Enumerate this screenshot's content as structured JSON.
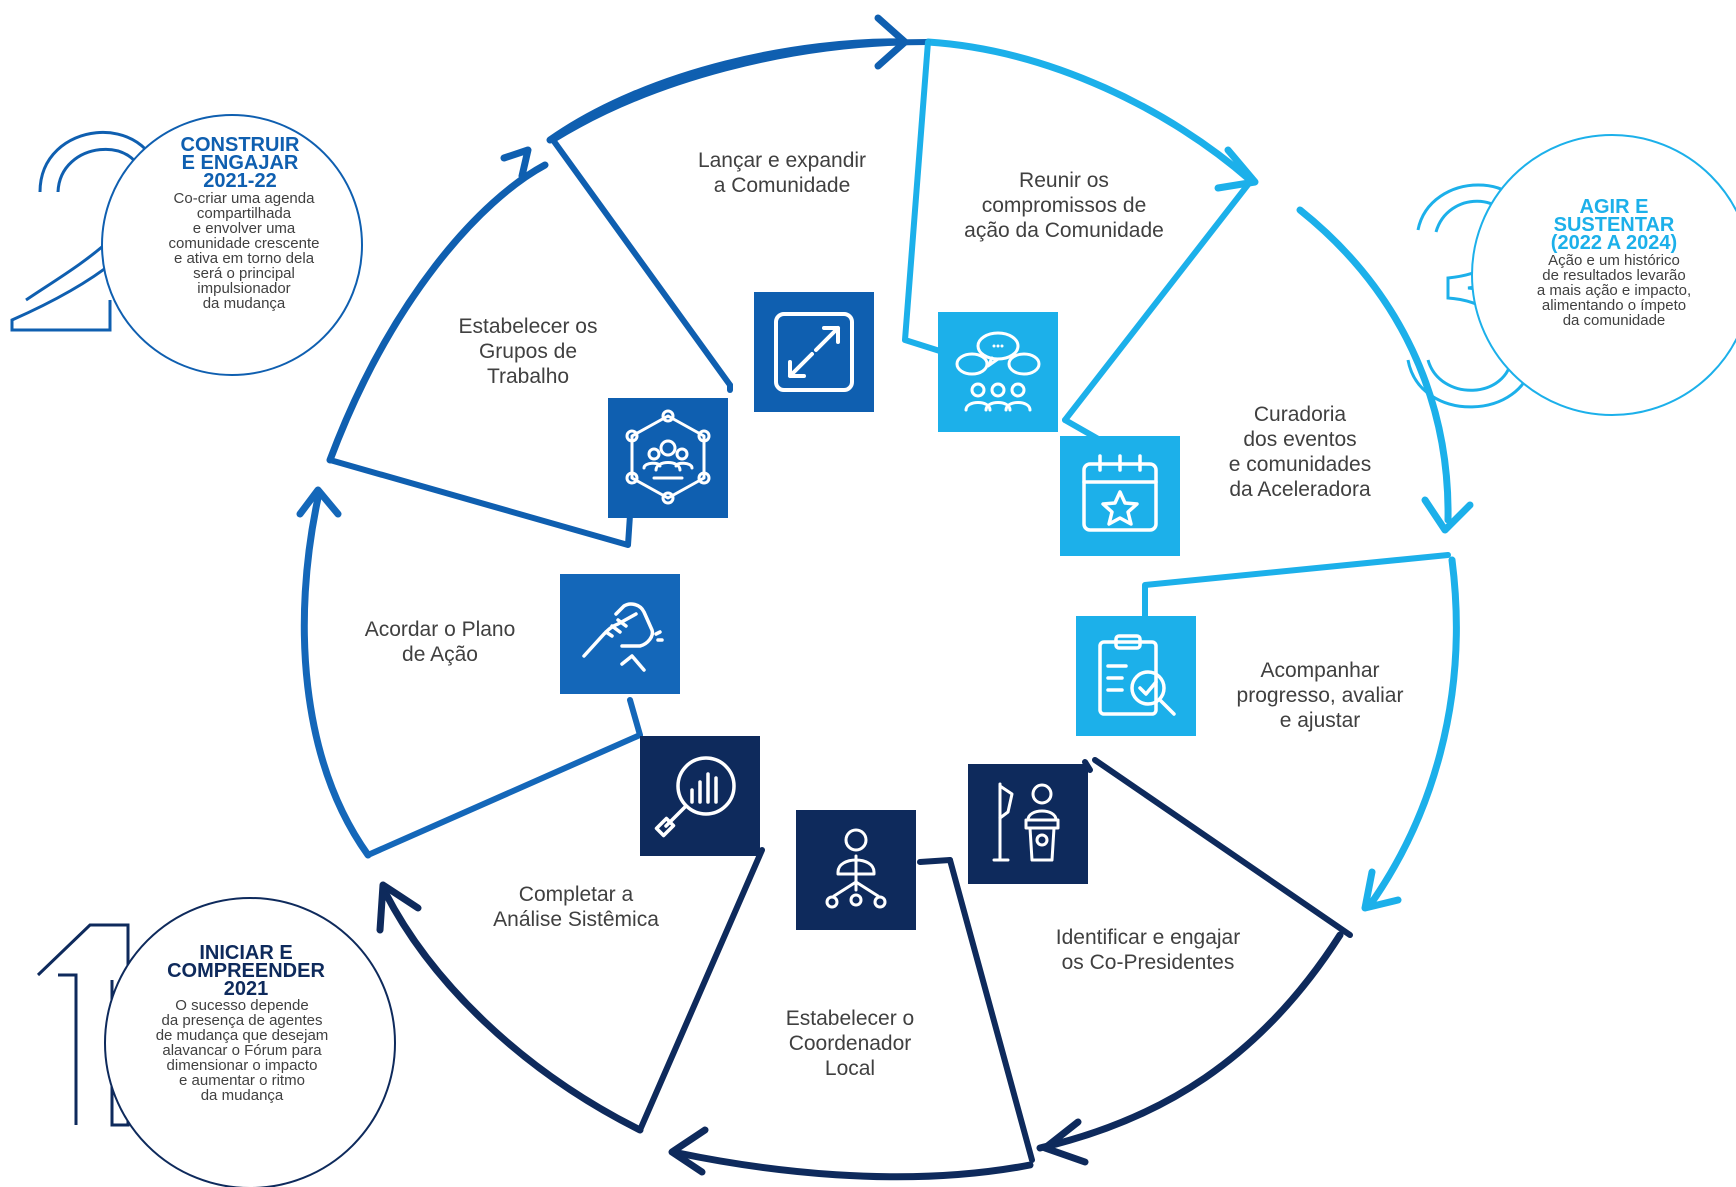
{
  "colors": {
    "dark": "#0e2a5c",
    "mid": "#0f5fb0",
    "light": "#1cb0ea",
    "text": "#404040"
  },
  "phases": [
    {
      "number": "1",
      "title_lines": [
        "INICIAR E",
        "COMPREENDER",
        "2021"
      ],
      "desc_lines": [
        "O sucesso depende",
        "da presença de agentes",
        "de mudança que desejam",
        "alavancar o Fórum para",
        "dimensionar o impacto",
        "e aumentar o ritmo",
        "da mudança"
      ]
    },
    {
      "number": "2",
      "title_lines": [
        "CONSTRUIR",
        "E ENGAJAR",
        "2021-22"
      ],
      "desc_lines": [
        "Co-criar uma agenda",
        "compartilhada",
        "e envolver uma",
        "comunidade crescente",
        "e ativa em torno dela",
        "será o principal",
        "impulsionador",
        "da mudança"
      ]
    },
    {
      "number": "3",
      "title_lines": [
        "AGIR E",
        "SUSTENTAR",
        "(2022 A 2024)"
      ],
      "desc_lines": [
        "Ação e um histórico",
        "de resultados levarão",
        "a mais ação e impacto,",
        "alimentando o ímpeto",
        "da comunidade"
      ]
    }
  ],
  "steps": [
    {
      "lines": [
        "Lançar e expandir",
        "a Comunidade"
      ],
      "icon": "expand-icon"
    },
    {
      "lines": [
        "Reunir os",
        "compromissos de",
        "ação da Comunidade"
      ],
      "icon": "community-chat-icon"
    },
    {
      "lines": [
        "Curadoria",
        "dos eventos",
        "e comunidades",
        "da Aceleradora"
      ],
      "icon": "calendar-star-icon"
    },
    {
      "lines": [
        "Acompanhar",
        "progresso, avaliar",
        "e ajustar"
      ],
      "icon": "clipboard-check-icon"
    },
    {
      "lines": [
        "Identificar e engajar",
        "os Co-Presidentes"
      ],
      "icon": "podium-speaker-icon"
    },
    {
      "lines": [
        "Estabelecer o",
        "Coordenador",
        "Local"
      ],
      "icon": "coordinator-network-icon"
    },
    {
      "lines": [
        "Completar a",
        "Análise Sistêmica"
      ],
      "icon": "magnifier-chart-icon"
    },
    {
      "lines": [
        "Acordar o Plano",
        "de Ação"
      ],
      "icon": "handshake-icon"
    },
    {
      "lines": [
        "Estabelecer os",
        "Grupos de",
        "Trabalho"
      ],
      "icon": "group-network-icon"
    }
  ]
}
